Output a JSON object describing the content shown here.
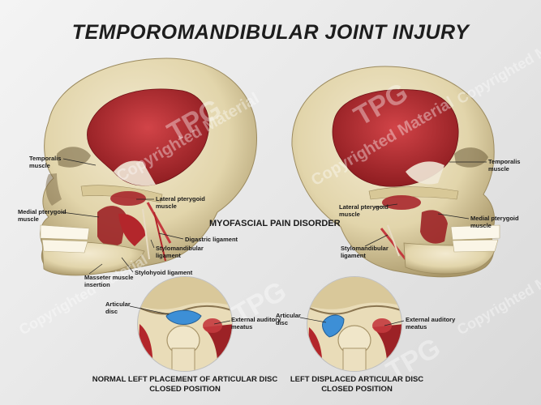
{
  "title": "TEMPOROMANDIBULAR JOINT INJURY",
  "center_label": "MYOFASCIAL PAIN DISORDER",
  "left_skull": {
    "temporalis": [
      "Temporalis",
      "muscle"
    ],
    "medial_pterygoid": [
      "Medial pterygoid",
      "muscle"
    ],
    "lateral_pterygoid": [
      "Lateral pterygoid",
      "muscle"
    ],
    "digastric": [
      "Digastric ligament"
    ],
    "stylomandibular": [
      "Stylomandibular",
      "ligament"
    ],
    "stylohyoid": [
      "Stylohyoid ligament"
    ],
    "masseter": [
      "Masseter muscle",
      "insertion"
    ]
  },
  "right_skull": {
    "temporalis": [
      "Temporalis",
      "muscle"
    ],
    "lateral_pterygoid": [
      "Lateral pterygoid",
      "muscle"
    ],
    "medial_pterygoid": [
      "Medial pterygoid",
      "muscle"
    ],
    "stylomandibular": [
      "Stylomandibular",
      "ligament"
    ]
  },
  "left_joint": {
    "articular_disc": [
      "Articular",
      "disc"
    ],
    "external_meatus": [
      "External auditory",
      "meatus"
    ]
  },
  "right_joint": {
    "articular_disc": [
      "Articular",
      "disc"
    ],
    "external_meatus": [
      "External auditory",
      "meatus"
    ]
  },
  "captions": {
    "left": [
      "NORMAL LEFT PLACEMENT OF ARTICULAR DISC",
      "CLOSED POSITION"
    ],
    "right": [
      "LEFT DISPLACED ARTICULAR DISC",
      "CLOSED POSITION"
    ]
  },
  "watermark": {
    "brand": "TPG",
    "text": "Copyrighted Material"
  },
  "colors": {
    "bone": "#e8ddb8",
    "bone_shadow": "#b9a97a",
    "muscle": "#b3262b",
    "muscle_dark": "#7d1418",
    "tendon": "#efe6d6",
    "disc": "#3d8fd6",
    "background": "#e6e6e6"
  }
}
